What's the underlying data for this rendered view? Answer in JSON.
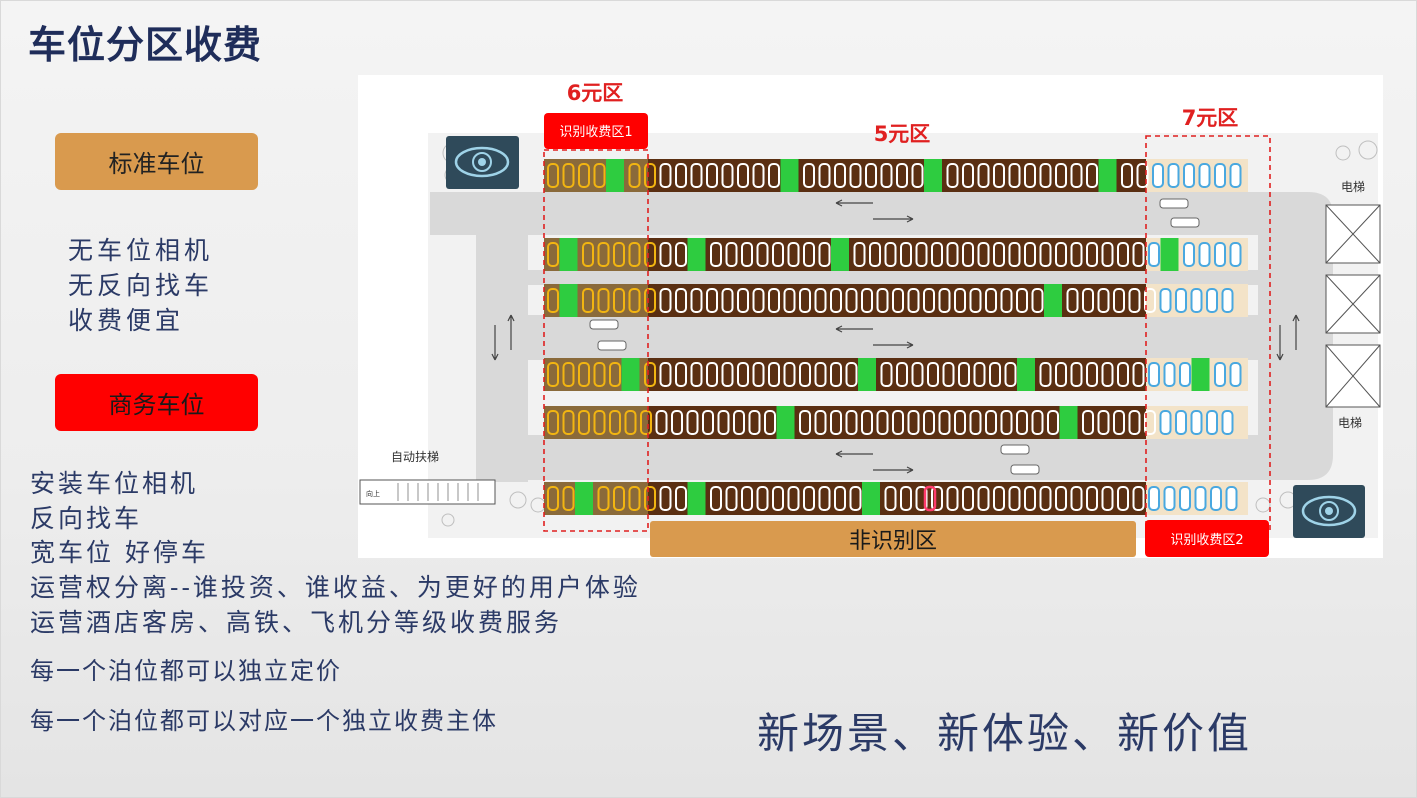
{
  "title": "车位分区收费",
  "left": {
    "standard_label": "标准车位",
    "standard_points": [
      "无车位相机",
      "无反向找车",
      "收费便宜"
    ],
    "business_label": "商务车位",
    "business_points": [
      "安装车位相机",
      "反向找车",
      "宽车位 好停车",
      "运营权分离--谁投资、谁收益、为更好的用户体验",
      "运营酒店客房、高铁、飞机分等级收费服务"
    ],
    "pricing_points": [
      "每一个泊位都可以独立定价",
      "每一个泊位都可以对应一个独立收费主体"
    ]
  },
  "slogan": "新场景、新体验、新价值",
  "diagram": {
    "zone_6_label": "6元区",
    "zone_5_label": "5元区",
    "zone_7_label": "7元区",
    "recognition_zone_1": "识别收费区1",
    "recognition_zone_2": "识别收费区2",
    "non_recognition_zone": "非识别区",
    "elevator_top": "电梯",
    "elevator_bottom": "电梯",
    "escalator": "自动扶梯",
    "escalator_small": "向上",
    "colors": {
      "red_zone": "#ff0000",
      "orange_label": "#d99a4e",
      "yellow_spot": "#f2b511",
      "brown_spot": "#5a2f12",
      "blue_spot": "#49a8e0",
      "green_pillar": "#2ecc40",
      "road": "#d9d9d9",
      "camera_bg": "#2f4a5a"
    }
  }
}
